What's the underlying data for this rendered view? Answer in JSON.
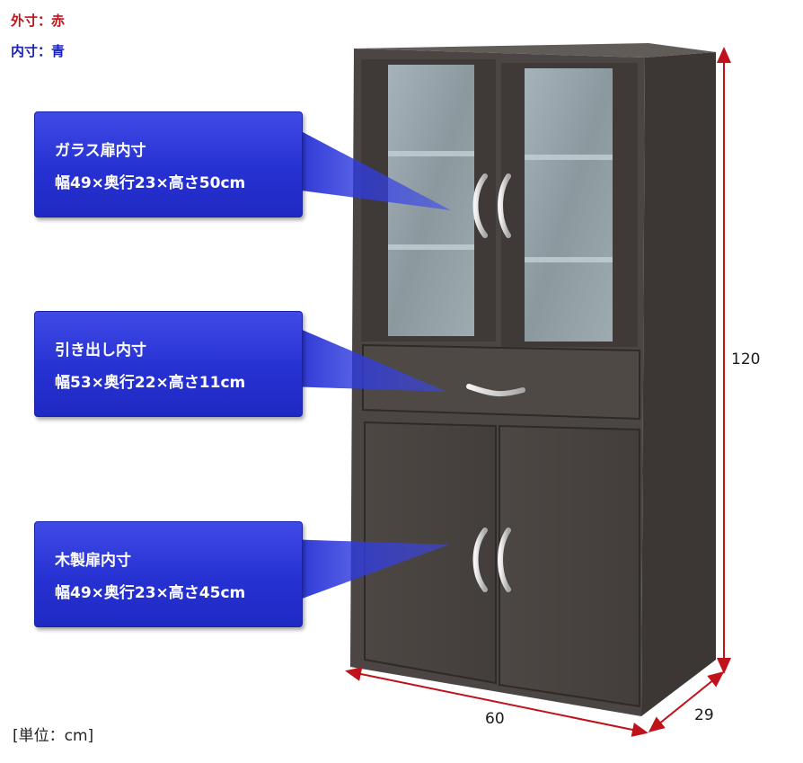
{
  "legend": {
    "outer": "外寸：赤",
    "inner": "内寸：青"
  },
  "unit_note": "[単位：cm]",
  "callouts": {
    "glass": {
      "title": "ガラス扉内寸",
      "dims": "幅49×奥行23×高さ50cm"
    },
    "drawer": {
      "title": "引き出し内寸",
      "dims": "幅53×奥行22×高さ11cm"
    },
    "wood": {
      "title": "木製扉内寸",
      "dims": "幅49×奥行23×高さ45cm"
    }
  },
  "outer_dimensions": {
    "height": "120",
    "width": "60",
    "depth": "29"
  },
  "colors": {
    "outer_dimension": "#c0121a",
    "inner_dimension": "#1a22b8",
    "cabinet_body": "#4a4542",
    "glass": "#8f9ea6"
  }
}
